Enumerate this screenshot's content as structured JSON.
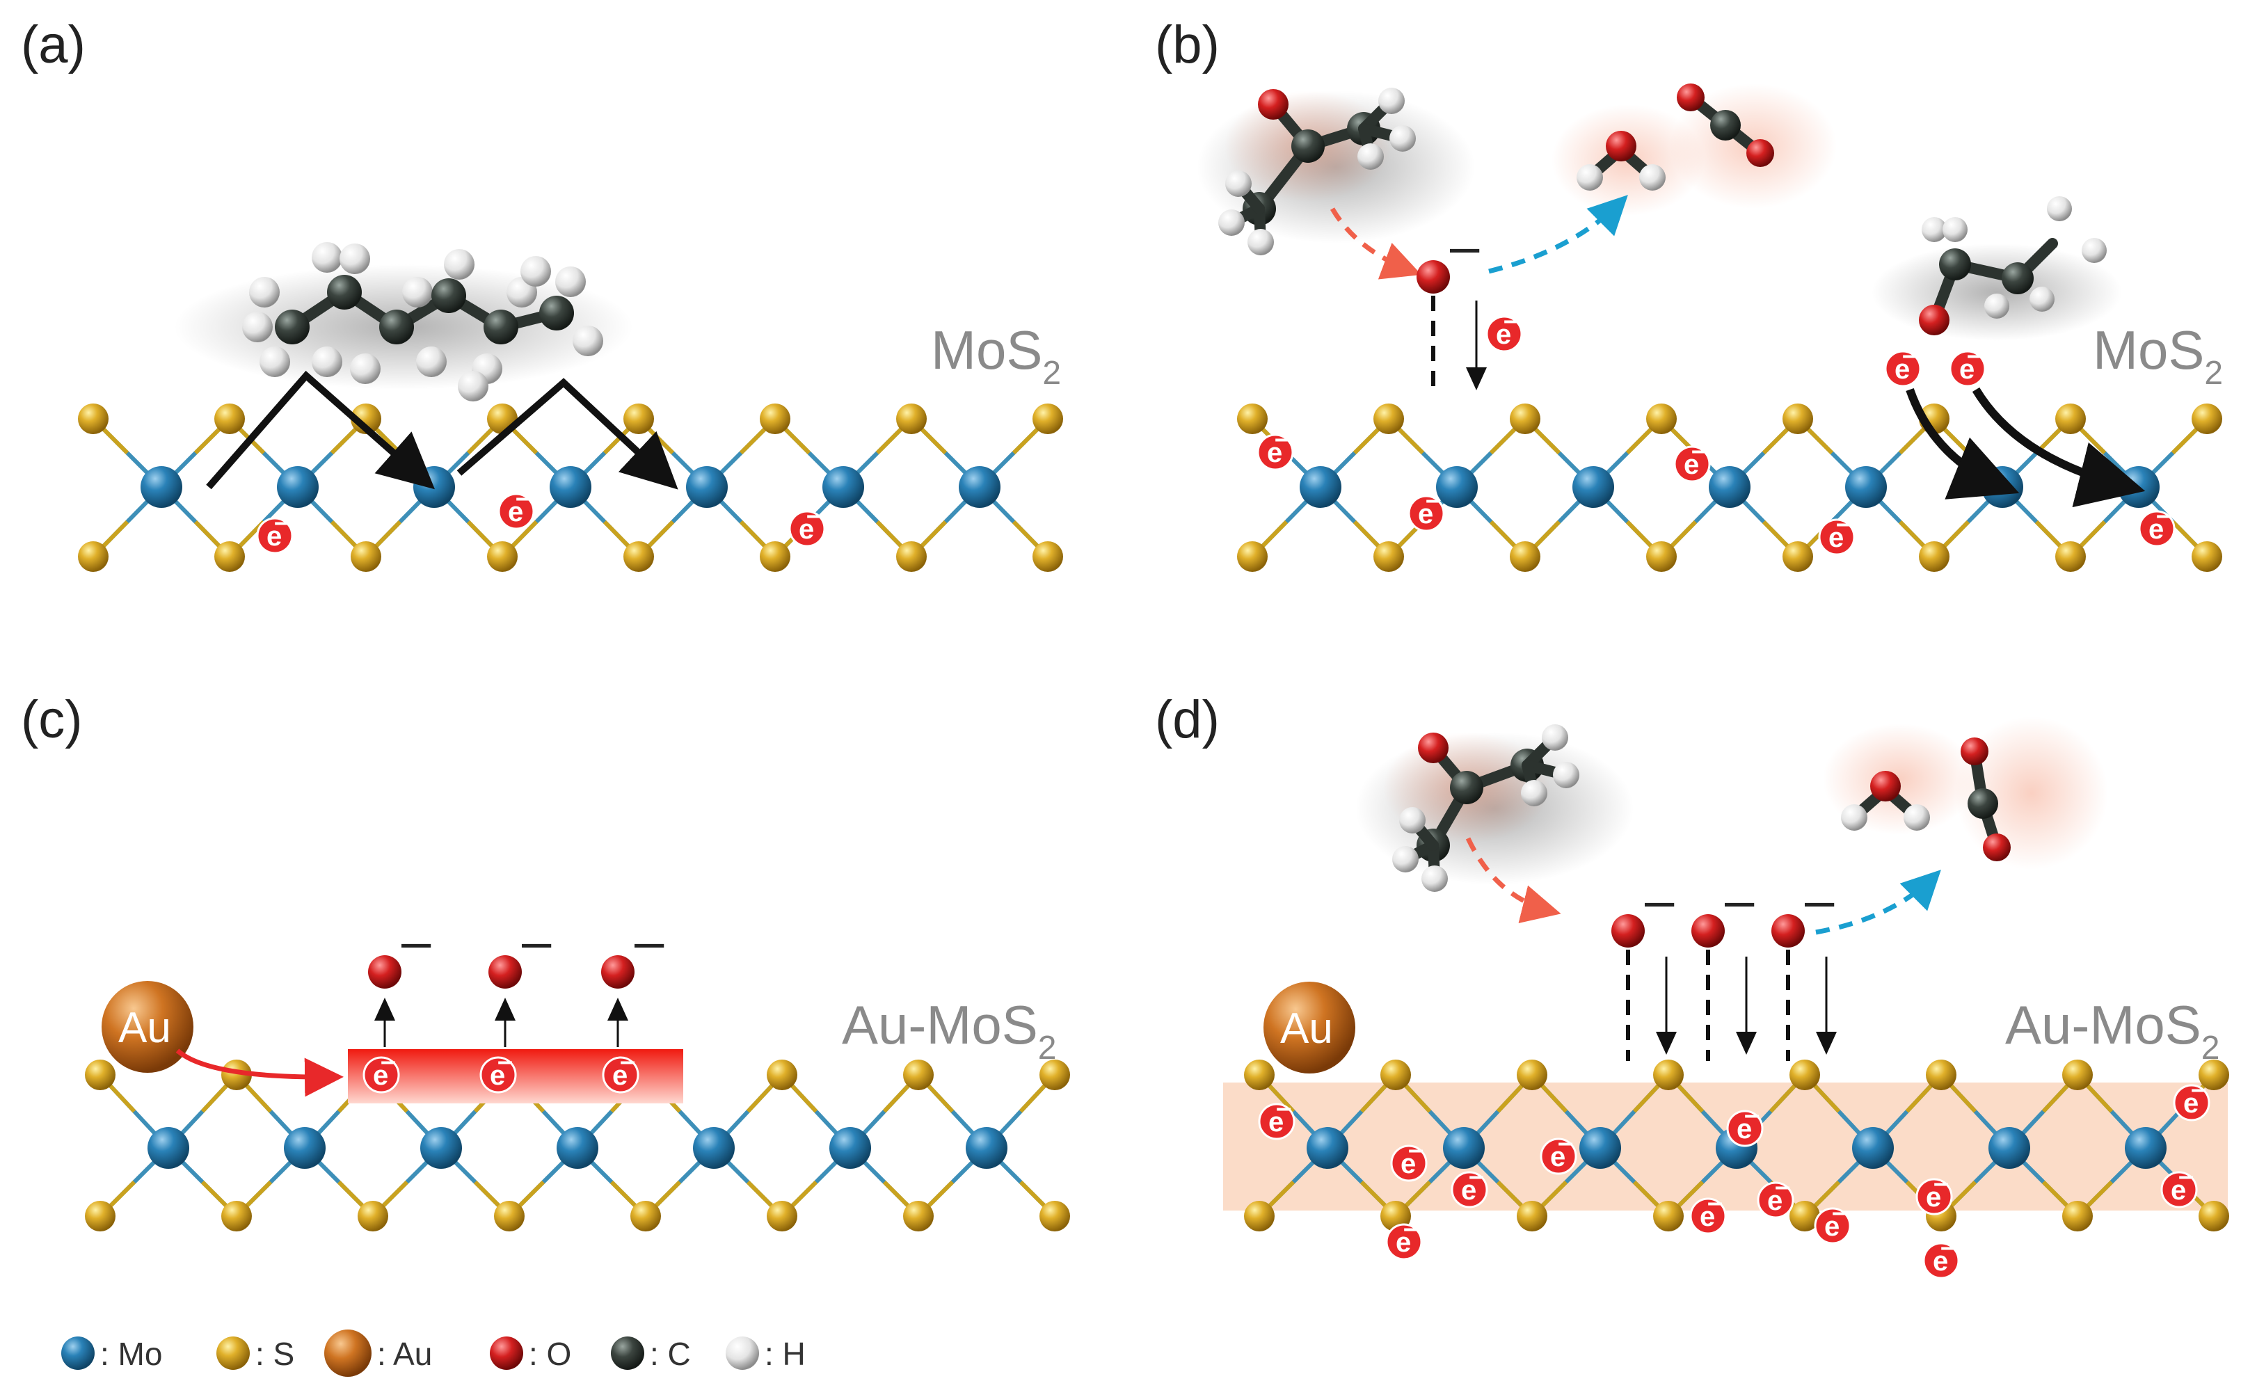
{
  "panels": [
    {
      "label": "(a)",
      "material": "MoS",
      "material_sub": "2"
    },
    {
      "label": "(b)",
      "material": "MoS",
      "material_sub": "2"
    },
    {
      "label": "(c)",
      "material": "Au-MoS",
      "material_sub": "2"
    },
    {
      "label": "(d)",
      "material": "Au-MoS",
      "material_sub": "2"
    }
  ],
  "electron_symbol": "e",
  "charge_symbol": "–",
  "au_label": "Au",
  "legend": [
    {
      "label": ": Mo",
      "color": "#1f6ea0"
    },
    {
      "label": ": S",
      "color": "#d4a017"
    },
    {
      "label": ": Au",
      "color": "#c56a1a"
    },
    {
      "label": ": O",
      "color": "#cc1f1f"
    },
    {
      "label": ": C",
      "color": "#3c4540"
    },
    {
      "label": ": H",
      "color": "#e8e8e8"
    }
  ],
  "colors": {
    "mo": "#1f6ea0",
    "s": "#d4a017",
    "au": "#c56a1a",
    "o": "#cc1f1f",
    "c": "#3c4540",
    "h": "#e8e8e8",
    "electron": "#e8282a",
    "blue_arrow": "#1a9fd0",
    "red_arrow": "#f0604a",
    "charge_band": "#fbdcc8"
  }
}
